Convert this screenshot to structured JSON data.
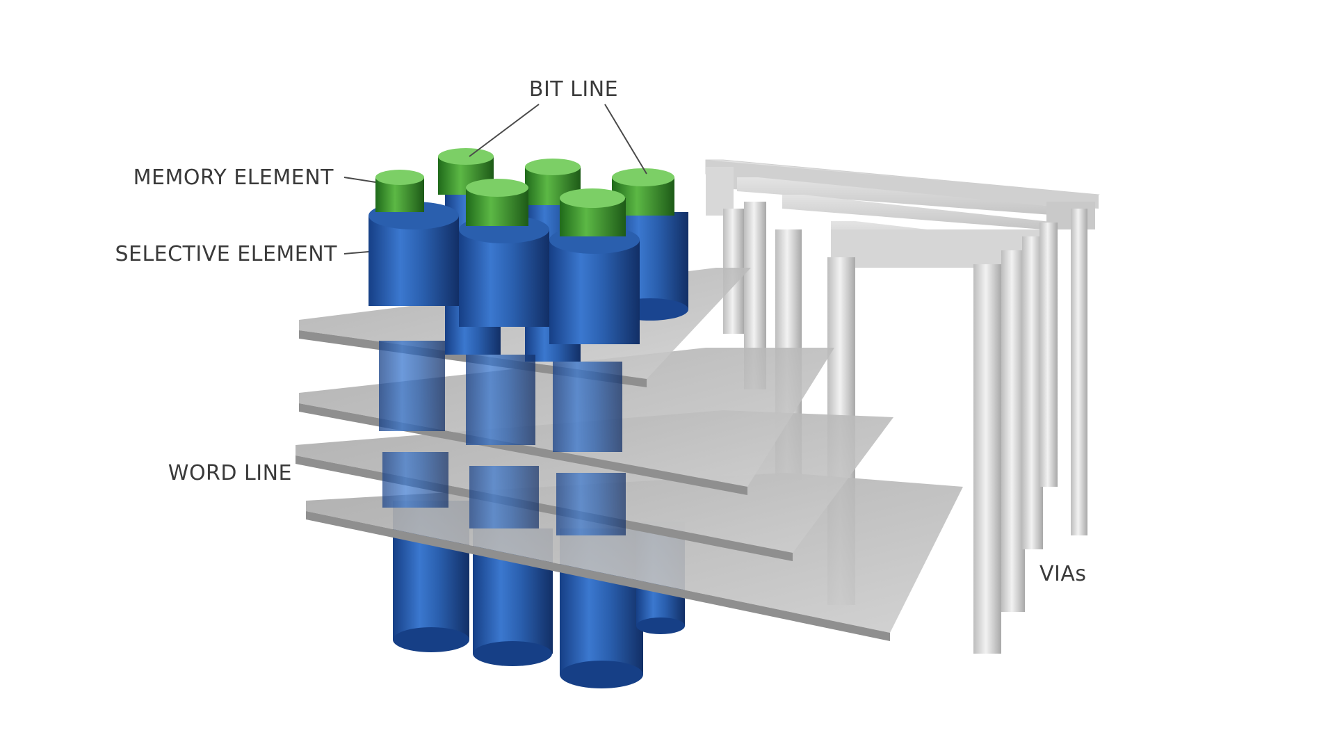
{
  "labels": {
    "bit_line": "BIT LINE",
    "memory_element": "MEMORY ELEMENT",
    "selective_element": "SELECTIVE ELEMENT",
    "word_line": "WORD LINE",
    "vias": "VIAs"
  },
  "colors": {
    "selective_element": "#2a5fae",
    "memory_element": "#4fa33b",
    "word_line": "#b5b5b5",
    "vias": "#dcdcdc",
    "label_text": "#3a3a3a"
  }
}
